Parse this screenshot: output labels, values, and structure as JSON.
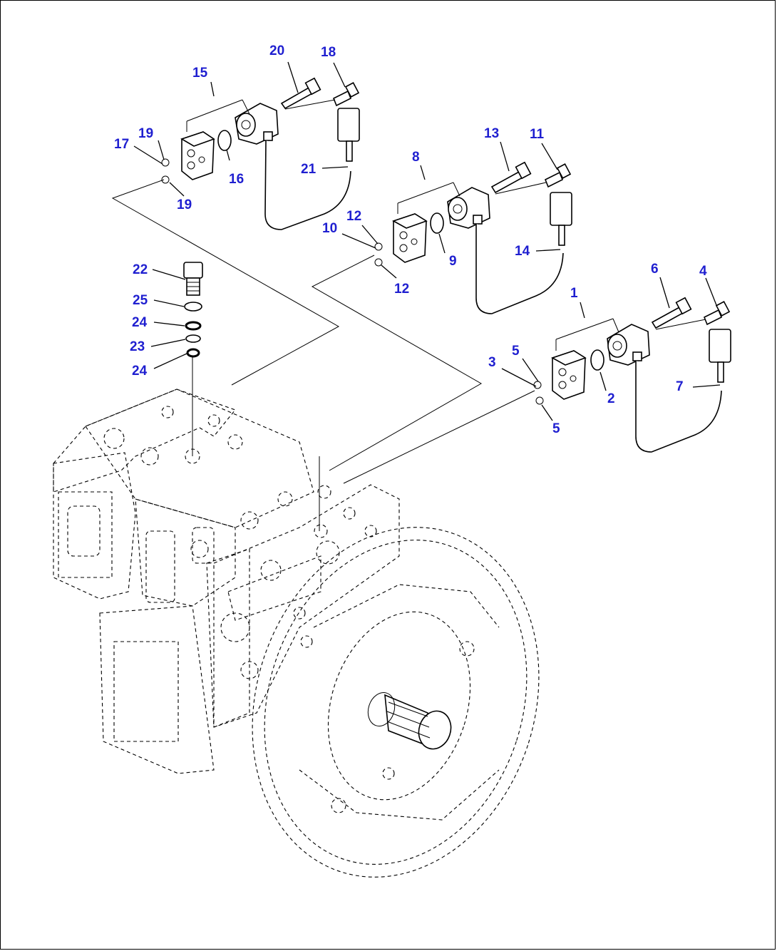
{
  "callouts": {
    "p1": "1",
    "p2": "2",
    "p3": "3",
    "p4": "4",
    "p5a": "5",
    "p5b": "5",
    "p6": "6",
    "p7": "7",
    "p8": "8",
    "p9": "9",
    "p10": "10",
    "p11": "11",
    "p12a": "12",
    "p12b": "12",
    "p13": "13",
    "p14": "14",
    "p15": "15",
    "p16": "16",
    "p17": "17",
    "p18": "18",
    "p19a": "19",
    "p19b": "19",
    "p20": "20",
    "p21": "21",
    "p22": "22",
    "p23": "23",
    "p24a": "24",
    "p24b": "24",
    "p25": "25"
  },
  "colors": {
    "callout": "#1f1fd0",
    "line": "#000000",
    "background": "#ffffff"
  }
}
